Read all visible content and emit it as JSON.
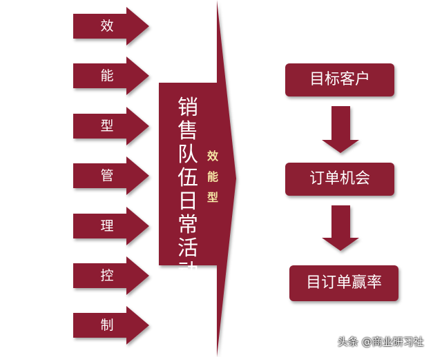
{
  "colors": {
    "primary": "#8c1f33",
    "text_light": "#ffffff",
    "text_accent": "#f6e7a6"
  },
  "left_arrows": [
    {
      "label": "效"
    },
    {
      "label": "能"
    },
    {
      "label": "型"
    },
    {
      "label": "管"
    },
    {
      "label": "理"
    },
    {
      "label": "控"
    },
    {
      "label": "制"
    }
  ],
  "center": {
    "title": "销售队伍日常活动",
    "subtitle": "效能型"
  },
  "flow": [
    {
      "label": "目标客户"
    },
    {
      "label": "订单机会"
    },
    {
      "label": "目订单赢率"
    }
  ],
  "watermark": "头条 @商业研习社"
}
